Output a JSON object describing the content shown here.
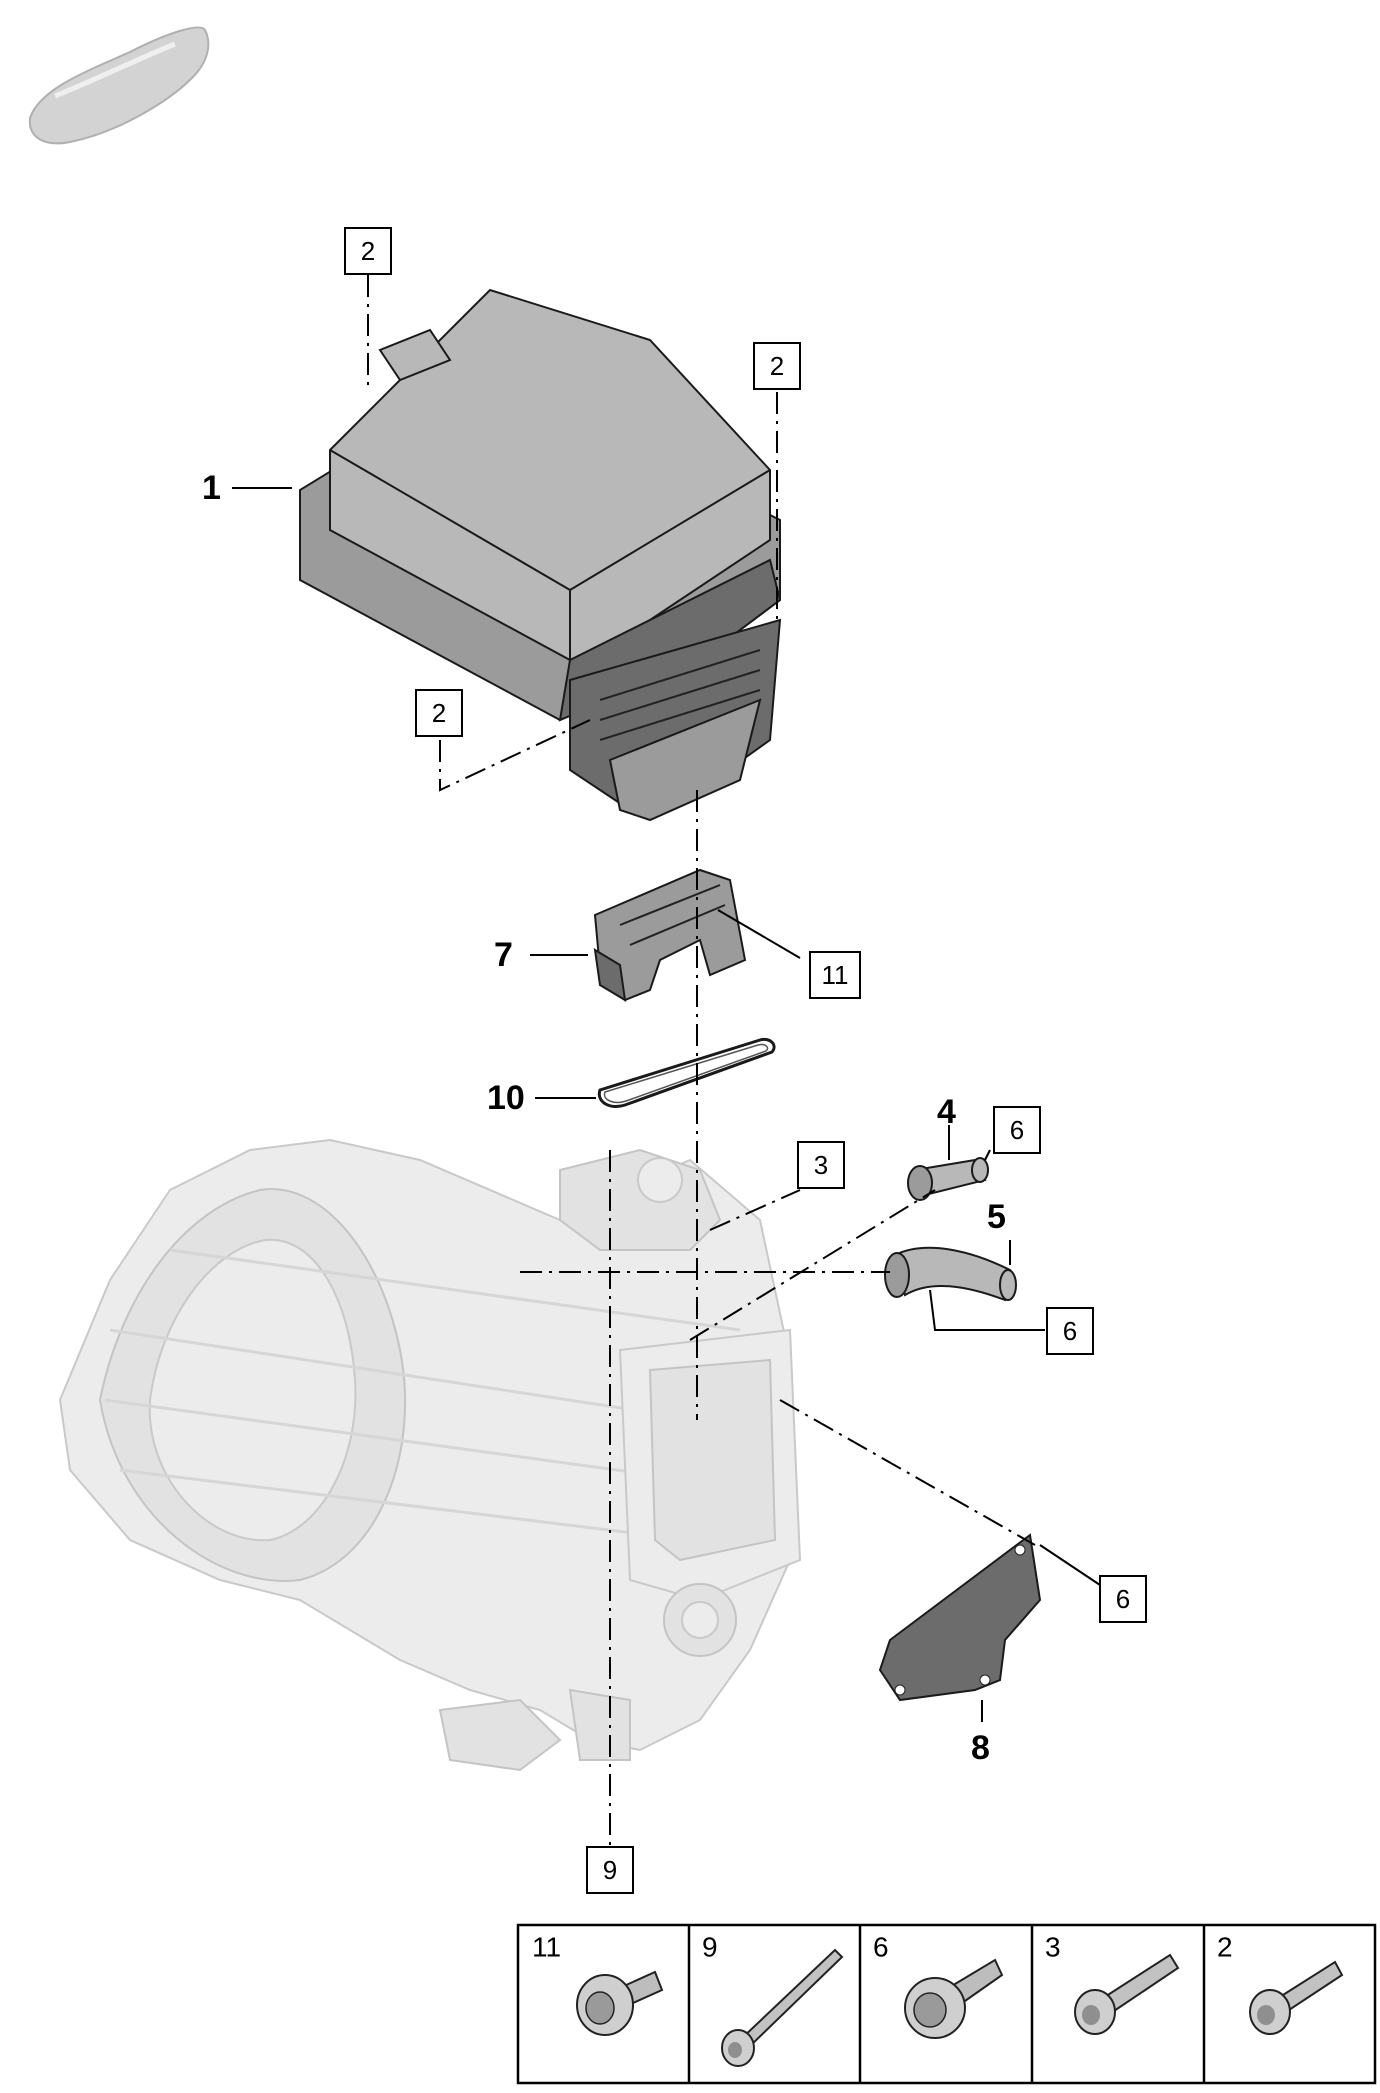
{
  "callouts": [
    {
      "id": "c1",
      "text": "1"
    },
    {
      "id": "c4",
      "text": "4"
    },
    {
      "id": "c5",
      "text": "5"
    },
    {
      "id": "c7",
      "text": "7"
    },
    {
      "id": "c8",
      "text": "8"
    },
    {
      "id": "c10",
      "text": "10"
    }
  ],
  "boxes": [
    {
      "id": "b2a",
      "text": "2"
    },
    {
      "id": "b2b",
      "text": "2"
    },
    {
      "id": "b2c",
      "text": "2"
    },
    {
      "id": "b11",
      "text": "11"
    },
    {
      "id": "b3",
      "text": "3"
    },
    {
      "id": "b6a",
      "text": "6"
    },
    {
      "id": "b6b",
      "text": "6"
    },
    {
      "id": "b6c",
      "text": "6"
    },
    {
      "id": "b9",
      "text": "9"
    }
  ],
  "fastener_table": [
    {
      "label": "11",
      "icon": "flange-head-bolt-icon"
    },
    {
      "label": "9",
      "icon": "long-bolt-icon"
    },
    {
      "label": "6",
      "icon": "hex-flange-bolt-icon"
    },
    {
      "label": "3",
      "icon": "torx-bolt-icon"
    },
    {
      "label": "2",
      "icon": "torx-bolt-short-icon"
    }
  ]
}
